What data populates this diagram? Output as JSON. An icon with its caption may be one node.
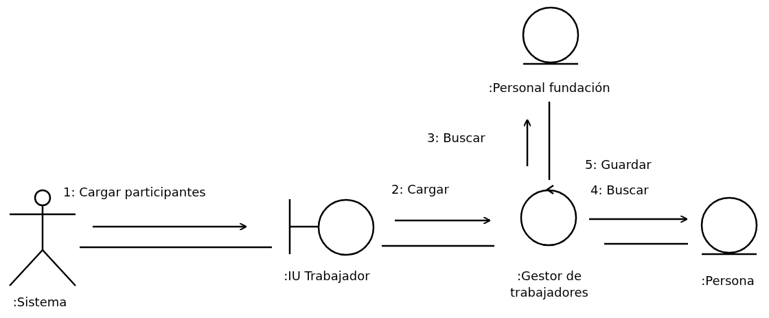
{
  "diagram": {
    "nodes": [
      {
        "text": [
          ":Sistema"
        ]
      },
      {
        "text": [
          ":IU Trabajador"
        ]
      },
      {
        "text": [
          ":Gestor de trabajadores"
        ]
      },
      {
        "text": [
          ":Personal fundación"
        ]
      },
      {
        "text": [
          ":Persona"
        ]
      }
    ],
    "edges": [
      {
        "from": 0,
        "to": 1,
        "arrow": "none"
      },
      {
        "from": 1,
        "to": 2,
        "arrow": "none"
      },
      {
        "from": 2,
        "to": 4,
        "arrow": "none"
      },
      {
        "from": 2,
        "to": 3,
        "arrow": "none"
      }
    ],
    "labels": [
      "1: Cargar participantes",
      "3: Buscar",
      "5: Guardar",
      "2: Cargar",
      "4: Buscar"
    ]
  }
}
